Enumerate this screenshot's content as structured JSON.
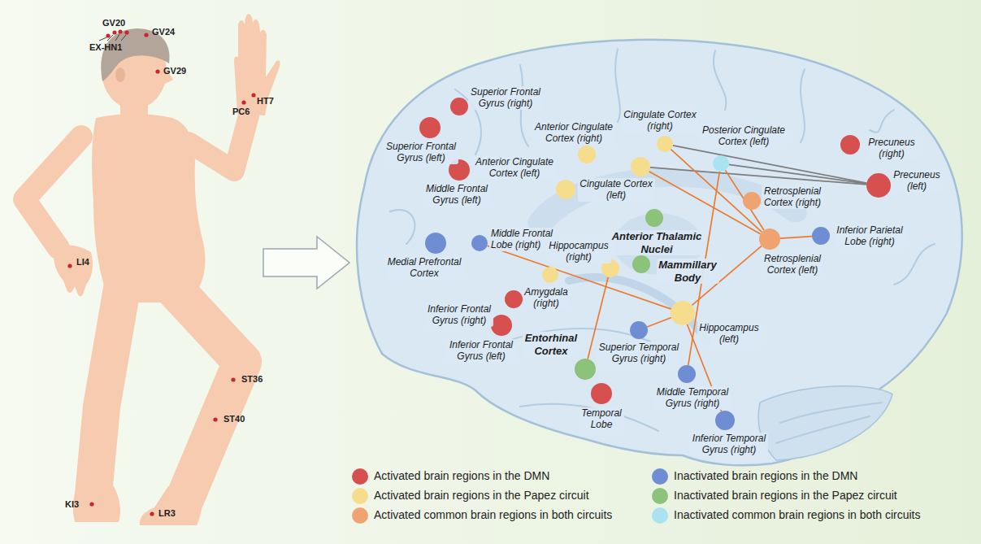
{
  "diagram": {
    "nodes": [
      {
        "text": [
          "Superior Frontal Gyrus (right)"
        ]
      },
      {
        "text": [
          "Superior Frontal Gyrus (left)"
        ]
      },
      {
        "text": [
          "Middle Frontal Gyrus (left)"
        ]
      },
      {
        "text": [
          "Medial Prefrontal Cortex"
        ]
      },
      {
        "text": [
          "Middle Frontal Lobe (right)"
        ]
      },
      {
        "text": [
          "Anterior Cingulate Cortex (right)"
        ]
      },
      {
        "text": [
          "Anterior Cingulate Cortex (left)"
        ]
      },
      {
        "text": [
          "Cingulate Cortex (right)"
        ]
      },
      {
        "text": [
          "Cingulate Cortex (left)"
        ]
      },
      {
        "text": [
          "Posterior Cingulate Cortex (left)"
        ]
      },
      {
        "text": [
          "Precuneus (right)"
        ]
      },
      {
        "text": [
          "Precuneus (left)"
        ]
      },
      {
        "text": [
          "Retrosplenial Cortex (right)"
        ]
      },
      {
        "text": [
          "Retrosplenial Cortex (left)"
        ]
      },
      {
        "text": [
          "Inferior Parietal Lobe (right)"
        ]
      },
      {
        "text": [
          "Anterior Thalamic Nuclei"
        ]
      },
      {
        "text": [
          "Mammillary Body"
        ]
      },
      {
        "text": [
          "Hippocampus (right)"
        ]
      },
      {
        "text": [
          "Amygdala (right)"
        ]
      },
      {
        "text": [
          "Inferior Frontal Gyrus (right)"
        ]
      },
      {
        "text": [
          "Inferior Frontal Gyrus (left)"
        ]
      },
      {
        "text": [
          "Hippocampus (left)"
        ]
      },
      {
        "text": [
          "Superior Temporal Gyrus (right)"
        ]
      },
      {
        "text": [
          "Entorhinal Cortex"
        ]
      },
      {
        "text": [
          "Temporal Lobe"
        ]
      },
      {
        "text": [
          "Middle Temporal Gyrus (right)"
        ]
      },
      {
        "text": [
          "Inferior Temporal Gyrus (right)"
        ]
      }
    ],
    "edges": [
      {
        "from": 7,
        "to": 11,
        "arrow": "none"
      },
      {
        "from": 8,
        "to": 11,
        "arrow": "none"
      },
      {
        "from": 9,
        "to": 11,
        "arrow": "none"
      },
      {
        "from": 7,
        "to": 13,
        "arrow": "none"
      },
      {
        "from": 8,
        "to": 13,
        "arrow": "none"
      },
      {
        "from": 9,
        "to": 13,
        "arrow": "none"
      },
      {
        "from": 14,
        "to": 13,
        "arrow": "none"
      },
      {
        "from": 21,
        "to": 13,
        "arrow": "none"
      },
      {
        "from": 4,
        "to": 21,
        "arrow": "none"
      },
      {
        "from": 9,
        "to": 25,
        "arrow": "none"
      },
      {
        "from": 17,
        "to": 23,
        "arrow": "none"
      },
      {
        "from": 21,
        "to": 22,
        "arrow": "none"
      },
      {
        "from": 21,
        "to": 26,
        "arrow": "none"
      }
    ],
    "labels": [
      "GV20",
      "GV24",
      "EX-HN1",
      "GV29",
      "HT7",
      "PC6",
      "LI4",
      "ST36",
      "ST40",
      "KI3",
      "LR3"
    ],
    "legend": [
      {
        "text": "Activated brain regions in the DMN",
        "color": "#d5504f"
      },
      {
        "text": "Inactivated brain regions in the DMN",
        "color": "#6f8dd3"
      },
      {
        "text": "Activated brain regions in the Papez circuit",
        "color": "#f6dc8d"
      },
      {
        "text": "Inactivated brain regions in the Papez circuit",
        "color": "#8cc27a"
      },
      {
        "text": "Activated common brain regions in both circuits",
        "color": "#efa370"
      },
      {
        "text": "Inactivated common brain regions in both circuits",
        "color": "#a9e2f0"
      }
    ]
  }
}
